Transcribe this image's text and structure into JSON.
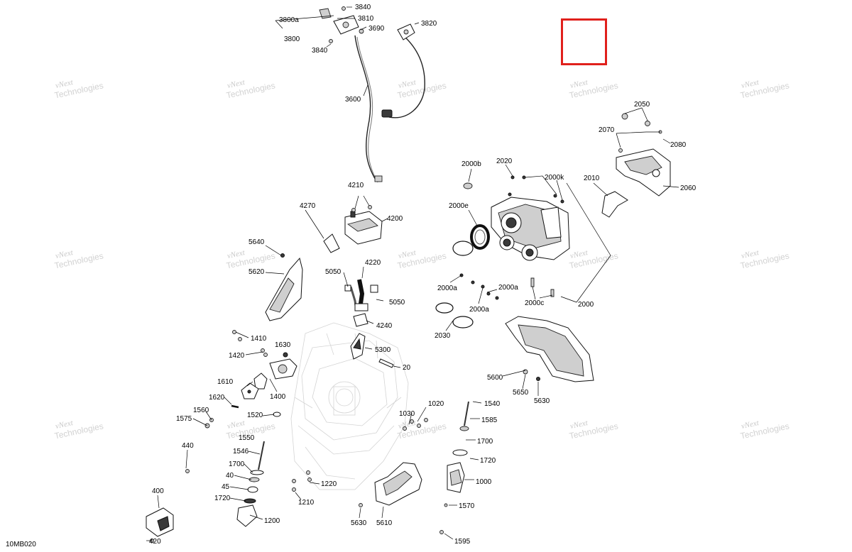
{
  "diagram_ref": "10MB020",
  "watermark": {
    "line1": "vNext",
    "line2": "Technologies"
  },
  "highlight_color": "#e0201c",
  "callouts": {
    "c3840a": "3840",
    "c3800a": "3800a",
    "c3810": "3810",
    "c3800": "3800",
    "c3690": "3690",
    "c3820": "3820",
    "c3840b": "3840",
    "c3600": "3600",
    "c4210": "4210",
    "c4200": "4200",
    "c4270": "4270",
    "c5640": "5640",
    "c5620": "5620",
    "c5050a": "5050",
    "c4220": "4220",
    "c5050b": "5050",
    "c4240": "4240",
    "c5300": "5300",
    "c20": "20",
    "c1410": "1410",
    "c1420": "1420",
    "c1630": "1630",
    "c1610": "1610",
    "c1400": "1400",
    "c1620": "1620",
    "c1560": "1560",
    "c1575": "1575",
    "c1520": "1520",
    "c1550": "1550",
    "c440": "440",
    "c1546": "1546",
    "c1700a": "1700",
    "c40": "40",
    "c45": "45",
    "c1720a": "1720",
    "c1200": "1200",
    "c400": "400",
    "c420": "420",
    "c2050": "2050",
    "c2070": "2070",
    "c2080": "2080",
    "c2010": "2010",
    "c2060": "2060",
    "c2000b": "2000b",
    "c2020": "2020",
    "c2000k": "2000k",
    "c2000e": "2000e",
    "c2000a1": "2000a",
    "c2000a2": "2000a",
    "c2000a3": "2000a",
    "c2000c": "2000c",
    "c2000": "2000",
    "c2030": "2030",
    "c5600": "5600",
    "c5650": "5650",
    "c5630a": "5630",
    "c1020": "1020",
    "c1030": "1030",
    "c1540": "1540",
    "c1585": "1585",
    "c1700b": "1700",
    "c1720b": "1720",
    "c1000": "1000",
    "c1220": "1220",
    "c1210": "1210",
    "c1570": "1570",
    "c5630b": "5630",
    "c5610": "5610",
    "c1595": "1595"
  }
}
